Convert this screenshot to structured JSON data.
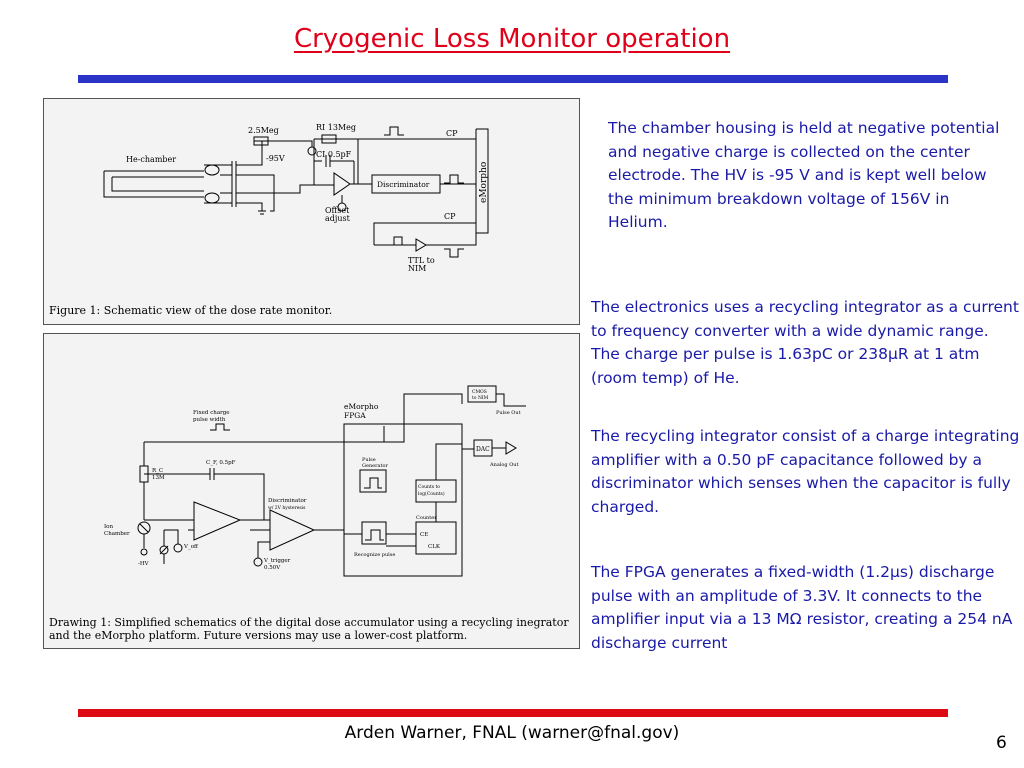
{
  "slide": {
    "title": "Cryogenic Loss Monitor operation",
    "page_number": "6",
    "footer": "Arden Warner, FNAL (warner@fnal.gov)"
  },
  "figure1": {
    "labels": {
      "res_top": "2.5Meg",
      "he_chamber": "He-chamber",
      "hv": "-95V",
      "ri": "RI 13Meg",
      "ci": "CI 0.5pF",
      "cp_top": "CP",
      "discriminator": "Discriminator",
      "offset": "Offset",
      "adjust": "adjust",
      "cp_bottom": "CP",
      "emorpho": "eMorpho",
      "ttl": "TTL to",
      "nim": "NIM"
    },
    "caption": "Figure 1: Schematic view of the dose rate monitor."
  },
  "figure2": {
    "labels": {
      "fixed_charge": "Fixed charge",
      "pulse_width": "pulse width",
      "emorpho": "eMorpho",
      "fpga": "FPGA",
      "cmos": "CMOS",
      "to_nim": "to NIM",
      "pulse_out": "Pulse Out",
      "dac": "DAC",
      "analog_out": "Analog Out",
      "rc": "R_C",
      "rc_val": "13M",
      "cf": "C_F, 0.5pF",
      "pulse": "Pulse",
      "generator": "Generator",
      "counts_to": "Counts to",
      "log_counts": "log(Counts)",
      "disc1": "Discriminator",
      "disc2": "w/ 2V hysteresis",
      "ion": "Ion",
      "chamber": "Chamber",
      "voff": "V_off",
      "hv": "-HV",
      "vtrigger": "V_trigger",
      "vtrig_val": "0.50V",
      "counter": "Counter",
      "ce": "CE",
      "clk": "CLK",
      "recognize": "Recognize pulse"
    },
    "caption": "Drawing 1: Simplified schematics of the digital dose accumulator using a recycling inegrator and the eMorpho platform.  Future versions may use a lower-cost platform."
  },
  "text": {
    "p1": "The chamber housing is held at negative potential and negative charge is collected on the center electrode. The HV is -95 V and is kept well below the minimum breakdown voltage  of 156V in Helium.",
    "p2": "The electronics uses a recycling integrator as a current to frequency converter with a wide dynamic range. The charge per pulse is 1.63pC or 238μR at 1 atm (room temp) of He.",
    "p3": "The  recycling integrator consist of a charge integrating amplifier with a 0.50 pF capacitance followed by a discriminator which senses when the capacitor is fully charged.",
    "p4": "The FPGA generates a fixed-width (1.2μs) discharge pulse with an amplitude of 3.3V. It connects to the amplifier input via a 13 MΩ resistor, creating a 254 nA discharge current"
  }
}
